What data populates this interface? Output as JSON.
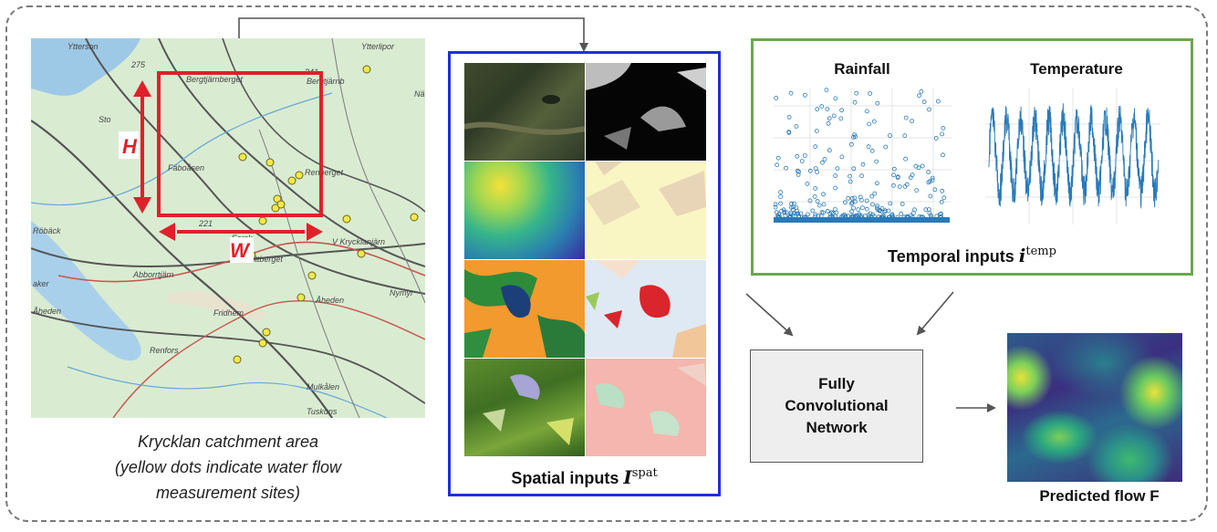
{
  "map": {
    "caption_line1": "Krycklan catchment area",
    "caption_line2": "(yellow dots indicate water flow",
    "caption_line3": "measurement sites)",
    "height_label": "H",
    "width_label": "W",
    "place_labels": [
      "Ytterson",
      "Ytterlipor",
      "Bergtjärnberget",
      "Bergtjärnb",
      "Nä",
      "Sto",
      "Fäboåsen",
      "Renberget",
      "Röbäck",
      "Forsk",
      "Wittberget",
      "V Krycklanjärn",
      "Abborrtjärn",
      "Åheden",
      "Nymyr",
      "aker",
      "Åheden",
      "Fridhem",
      "Renfors",
      "Mulkålen",
      "Tuskuns",
      "275",
      "341",
      "221"
    ]
  },
  "spatial": {
    "label_text": "Spatial inputs",
    "symbol": "I",
    "superscript": "spat"
  },
  "temporal": {
    "rainfall_title": "Rainfall",
    "temperature_title": "Temperature",
    "label_text": "Temporal inputs",
    "symbol": "i",
    "superscript": "temp"
  },
  "fcn": {
    "label": "Fully\nConvolutional\nNetwork"
  },
  "output": {
    "label": "Predicted flow F"
  },
  "colors": {
    "spatial_frame": "#1e2fe0",
    "temporal_frame": "#6aa84f",
    "roi_box": "#e0202a",
    "site_dot": "#f2e84a",
    "series": "#2a7ab8"
  }
}
